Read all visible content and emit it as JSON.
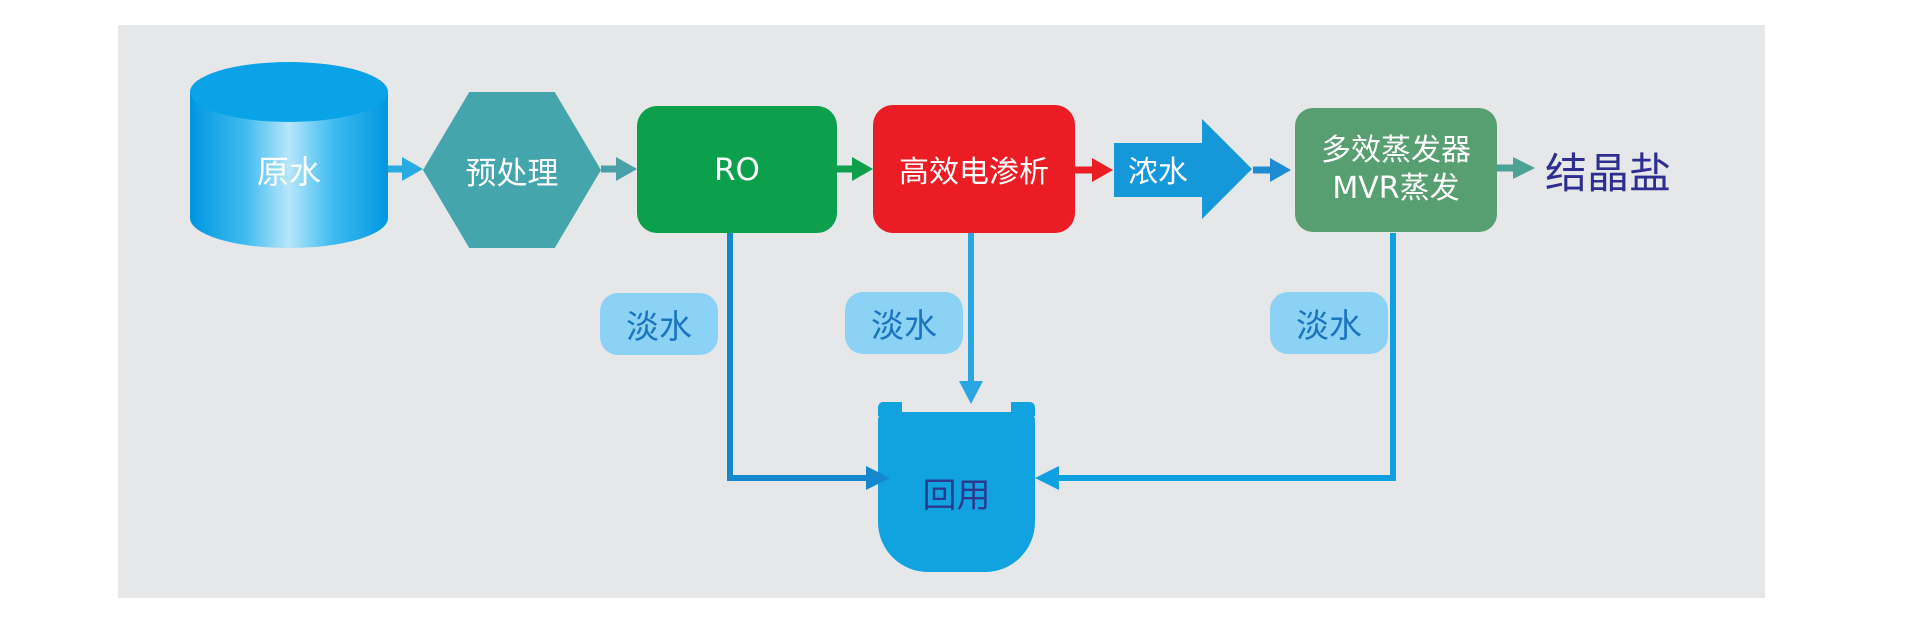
{
  "palette": {
    "page_bg": "#FFFFFF",
    "panel_bg": "#E6E7E8",
    "cylinder_blue": "#0AA3E8",
    "hexagon_teal": "#45A5AC",
    "ro_green": "#0CA04D",
    "electrodialysis_red": "#EC1C24",
    "concentrate_blue": "#1598D9",
    "evaporator_green": "#579E71",
    "salt_arrow_teal": "#4EA295",
    "indigo_text": "#2E2E90",
    "fresh_label_bg": "#8CD2F4",
    "fresh_label_text": "#1B74C0",
    "tank_blue": "#10A3E0",
    "line_dark_blue": "#1587CC",
    "line_light_blue": "#29A5E3",
    "line_mid_blue": "#0FA0DF"
  },
  "nodes": {
    "raw_water": {
      "label": "原水"
    },
    "pretreatment": {
      "label": "预处理"
    },
    "ro": {
      "label": "RO"
    },
    "electrodialysis": {
      "label": "高效电渗析"
    },
    "concentrate": {
      "label": "浓水"
    },
    "evaporator": {
      "line1": "多效蒸发器",
      "line2": "MVR蒸发"
    },
    "crystal_salt": {
      "label": "结晶盐"
    },
    "reuse": {
      "label": "回用"
    }
  },
  "fresh_water_labels": [
    "淡水",
    "淡水",
    "淡水"
  ]
}
